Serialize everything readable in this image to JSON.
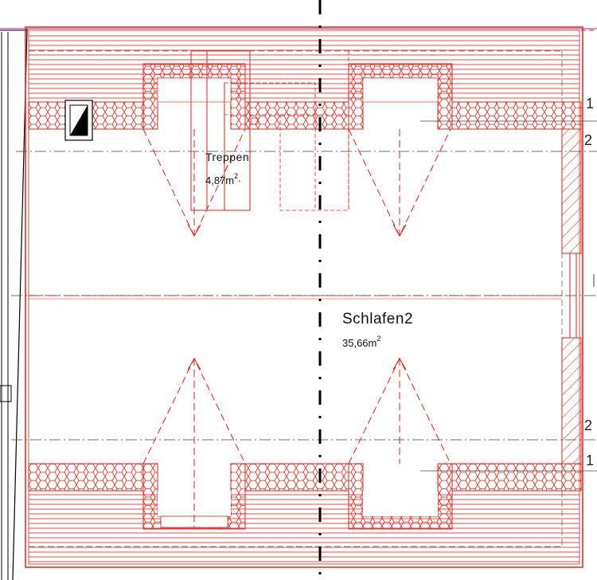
{
  "rooms": {
    "treppen": {
      "name": "Treppen",
      "area": "4,87m",
      "area_sup": "2",
      "area_suffix": "."
    },
    "schlafen": {
      "name": "Schlafen2",
      "area": "35,66m",
      "area_sup": "2"
    }
  },
  "axis_marks": {
    "m1_top": "1",
    "m2_top": "2",
    "m2_bottom": "2",
    "m1_bottom": "1"
  },
  "colors": {
    "plan_red": "#e0231b",
    "centerline": "#000000",
    "axis_line": "#444444"
  }
}
